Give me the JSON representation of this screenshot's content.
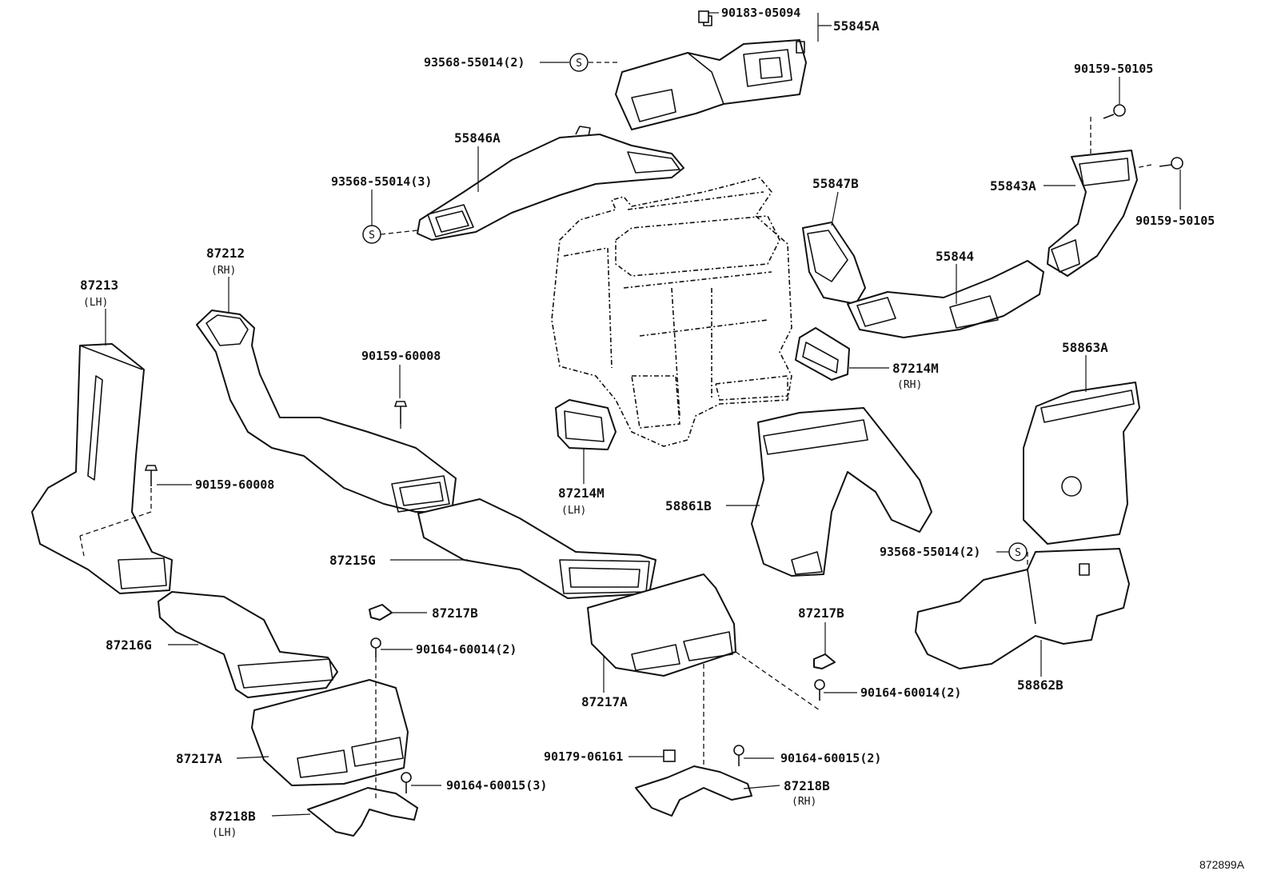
{
  "diagram": {
    "figure_code": "872899A",
    "labels": {
      "p_90183_05094": "90183-05094",
      "p_55845A": "55845A",
      "p_93568_55014_2_top": "93568-55014(2)",
      "s_top": "S",
      "p_55846A": "55846A",
      "p_93568_55014_3": "93568-55014(3)",
      "s_left": "S",
      "p_90159_50105_top": "90159-50105",
      "p_55843A": "55843A",
      "p_90159_50105_right": "90159-50105",
      "p_55847B": "55847B",
      "p_55844": "55844",
      "p_87212": "87212",
      "p_87212_sub": "(RH)",
      "p_87213": "87213",
      "p_87213_sub": "(LH)",
      "p_90159_60008_center": "90159-60008",
      "p_90159_60008_left": "90159-60008",
      "p_87214M_rh": "87214M",
      "p_87214M_rh_sub": "(RH)",
      "p_58863A": "58863A",
      "p_87214M_lh": "87214M",
      "p_87214M_lh_sub": "(LH)",
      "p_58861B": "58861B",
      "p_87215G": "87215G",
      "p_93568_55014_2_right": "93568-55014(2)",
      "s_right": "S",
      "p_87217B_center": "87217B",
      "p_90164_60014_2_center": "90164-60014(2)",
      "p_87217B_right": "87217B",
      "p_87216G": "87216G",
      "p_87217A_center": "87217A",
      "p_90164_60014_2_right": "90164-60014(2)",
      "p_58862B": "58862B",
      "p_90179_06161": "90179-06161",
      "p_90164_60015_2": "90164-60015(2)",
      "p_87217A_left": "87217A",
      "p_87218B_rh": "87218B",
      "p_87218B_rh_sub": "(RH)",
      "p_90164_60015_3": "90164-60015(3)",
      "p_87218B_lh": "87218B",
      "p_87218B_lh_sub": "(LH)"
    }
  }
}
